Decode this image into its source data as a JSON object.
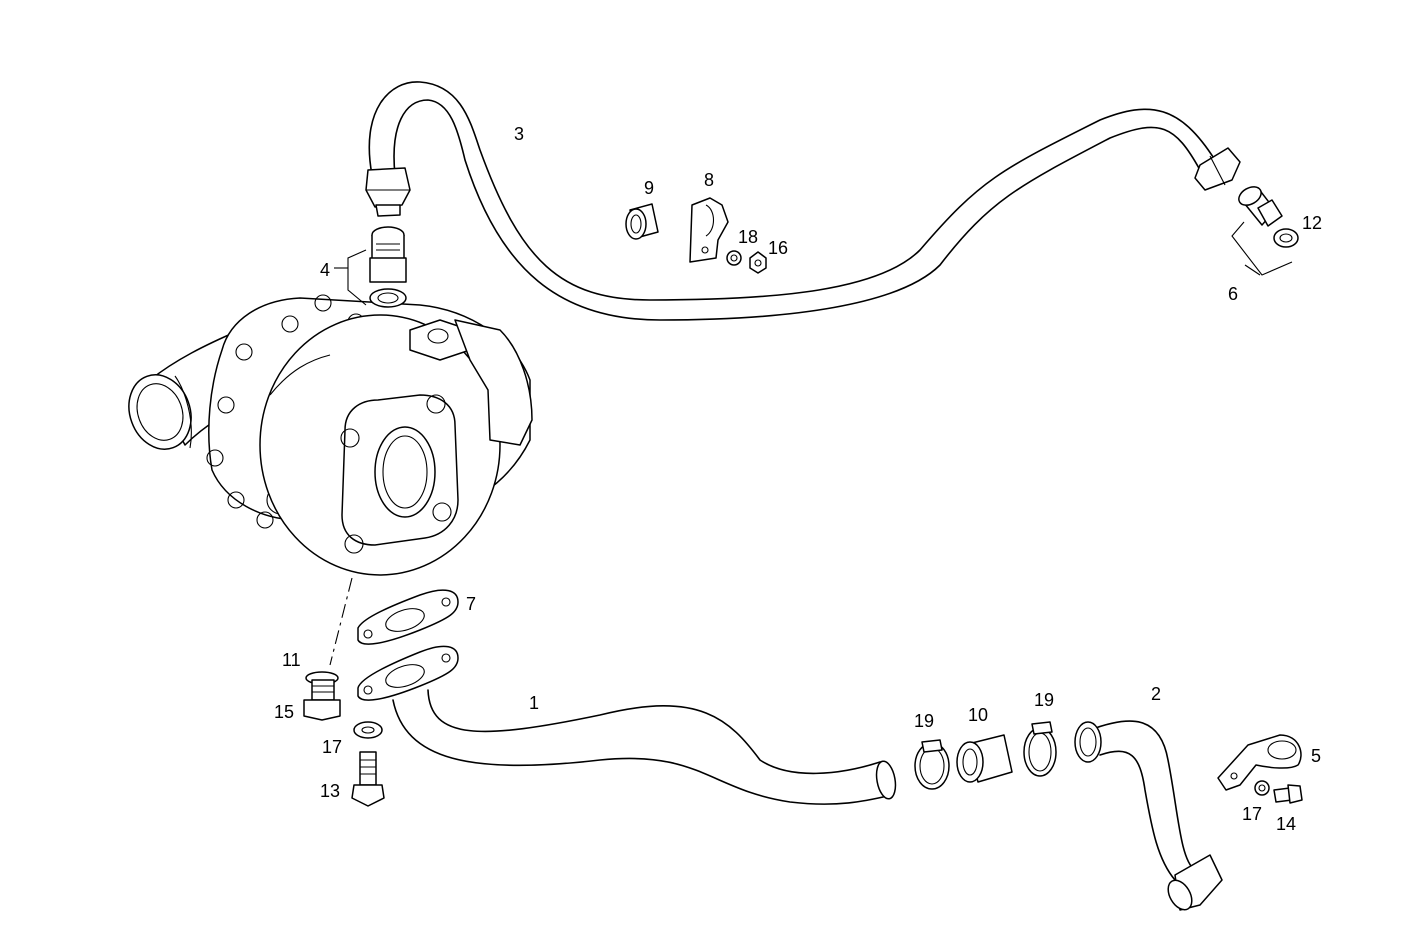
{
  "callouts": [
    {
      "id": "c1",
      "text": "1"
    },
    {
      "id": "c2",
      "text": "2"
    },
    {
      "id": "c3",
      "text": "3"
    },
    {
      "id": "c4",
      "text": "4"
    },
    {
      "id": "c5",
      "text": "5"
    },
    {
      "id": "c6",
      "text": "6"
    },
    {
      "id": "c7",
      "text": "7"
    },
    {
      "id": "c8",
      "text": "8"
    },
    {
      "id": "c9",
      "text": "9"
    },
    {
      "id": "c10",
      "text": "10"
    },
    {
      "id": "c11",
      "text": "11"
    },
    {
      "id": "c12",
      "text": "12"
    },
    {
      "id": "c13",
      "text": "13"
    },
    {
      "id": "c14",
      "text": "14"
    },
    {
      "id": "c15",
      "text": "15"
    },
    {
      "id": "c16",
      "text": "16"
    },
    {
      "id": "c17a",
      "text": "17"
    },
    {
      "id": "c17b",
      "text": "17"
    },
    {
      "id": "c18",
      "text": "18"
    },
    {
      "id": "c19a",
      "text": "19"
    },
    {
      "id": "c19b",
      "text": "19"
    }
  ]
}
